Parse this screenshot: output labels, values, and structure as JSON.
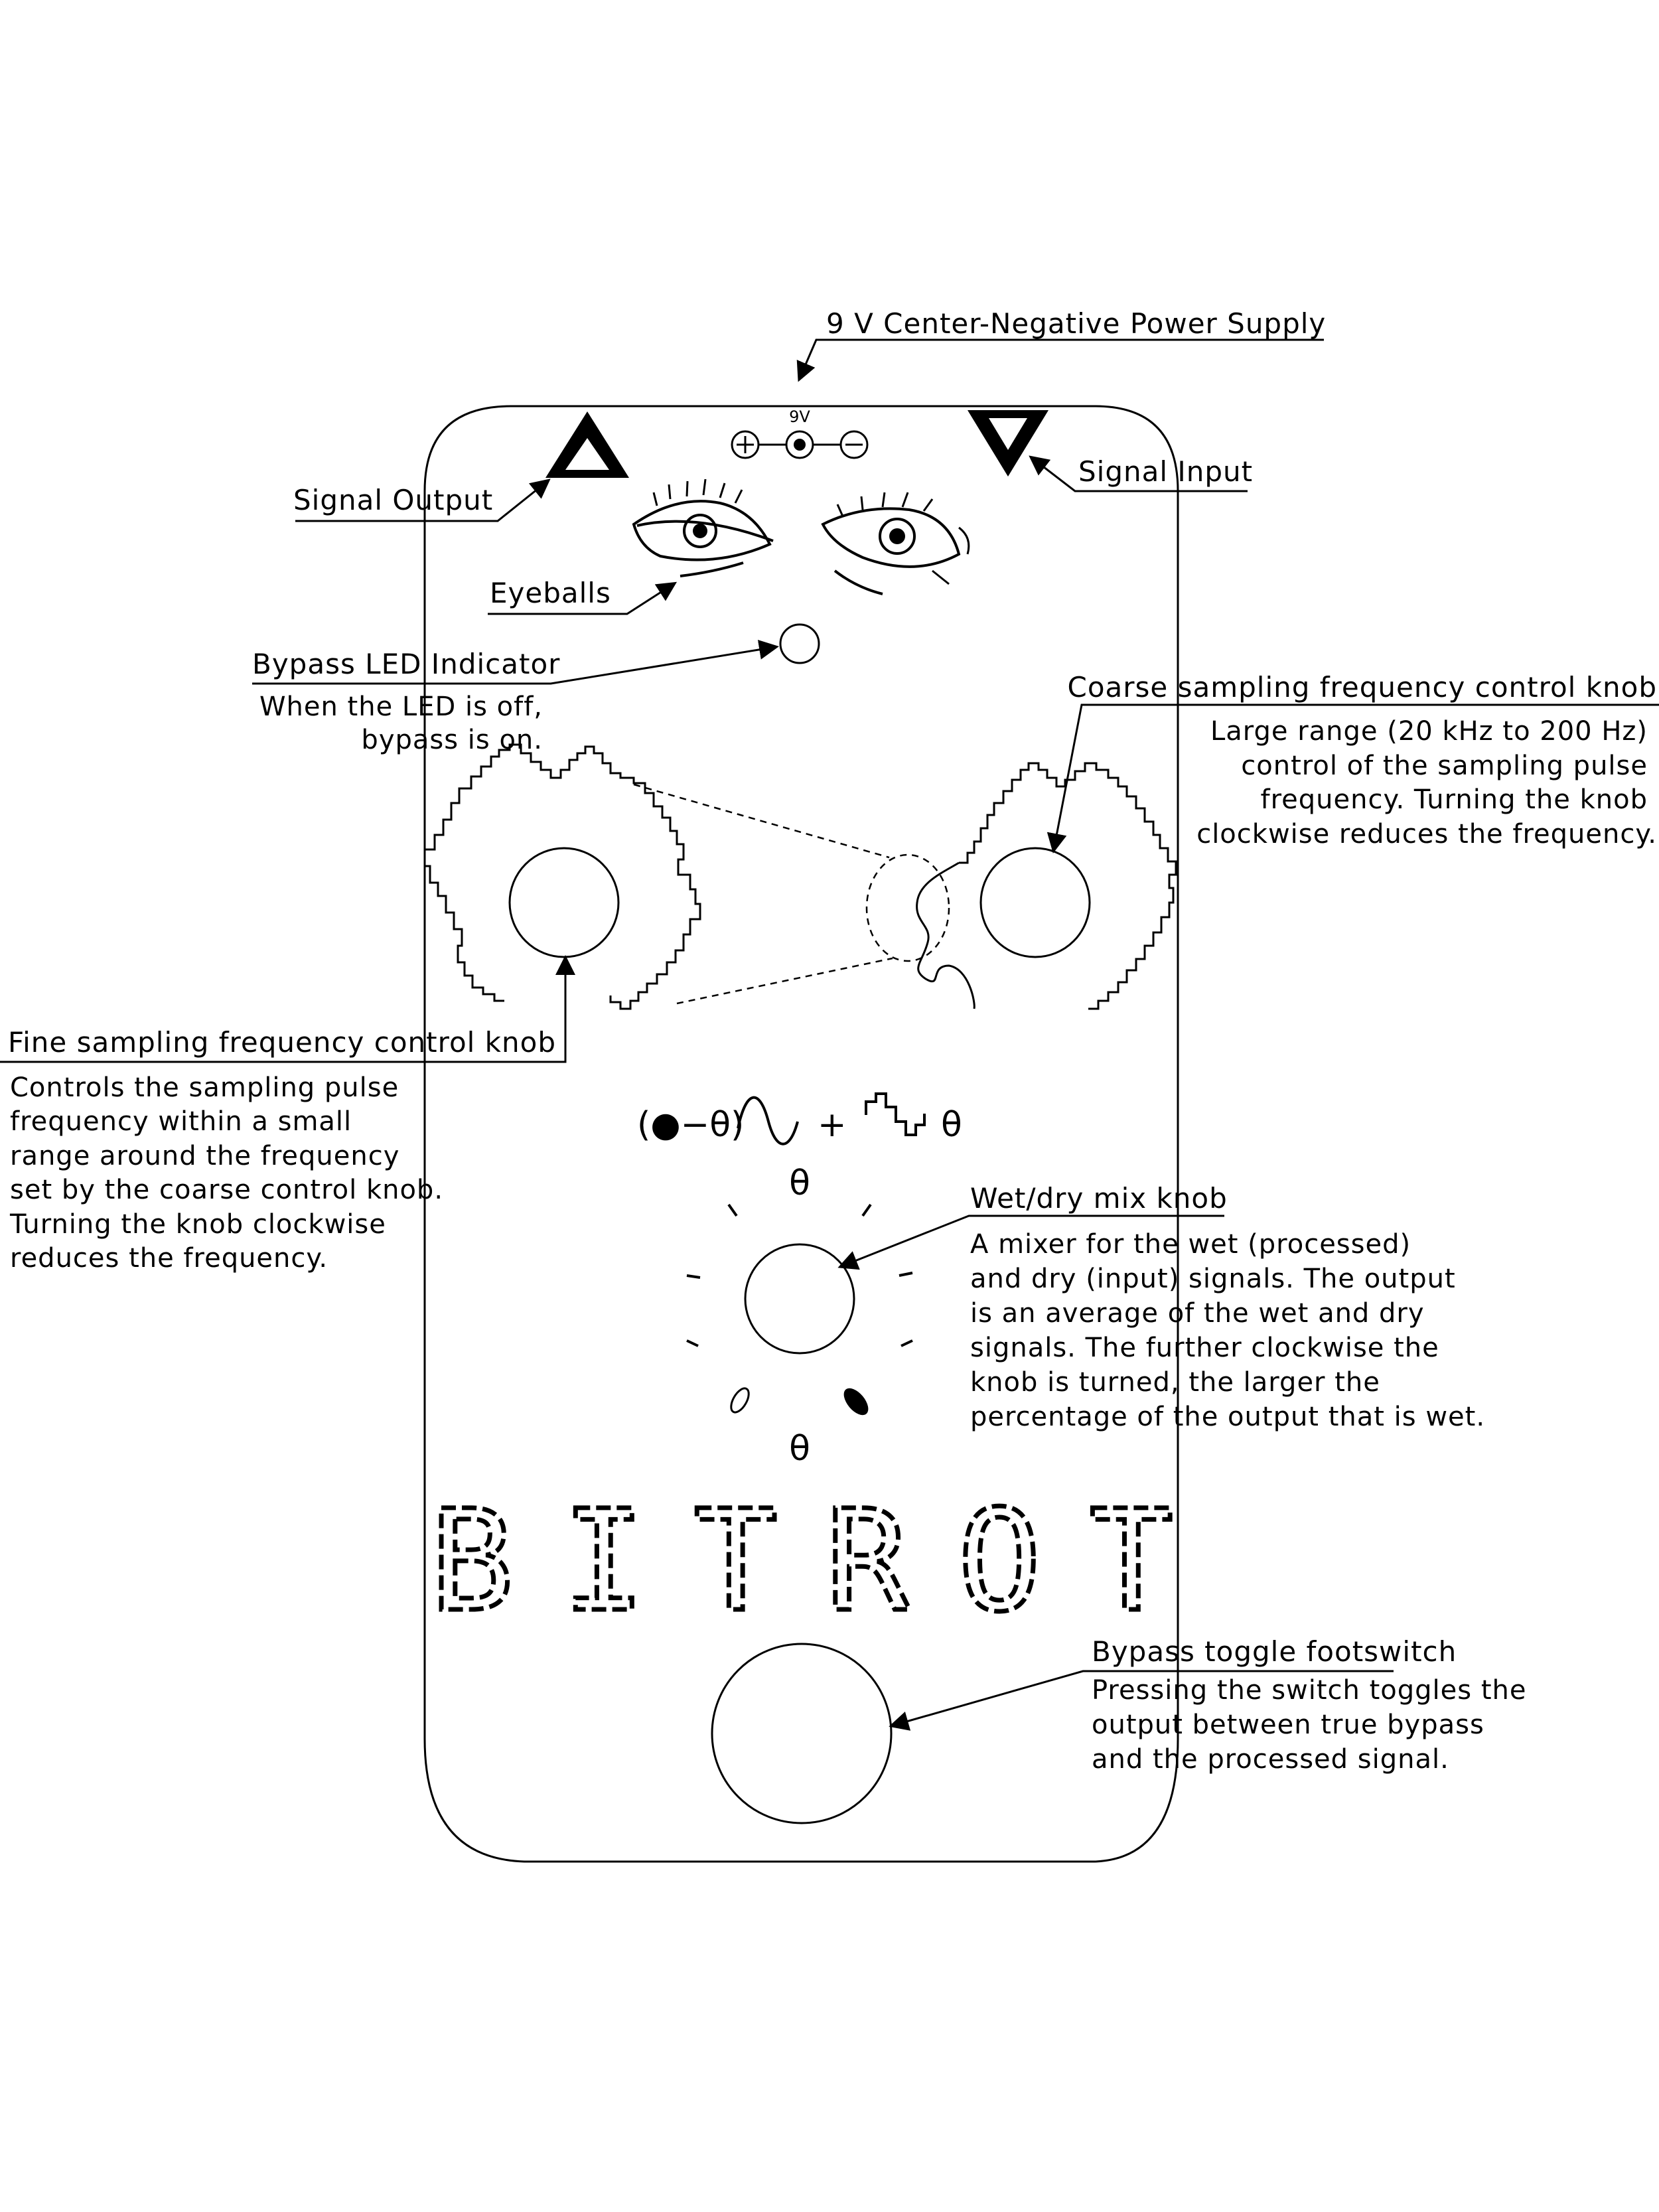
{
  "title": "BITROT",
  "power": {
    "label": "9 V Center-Negative Power Supply",
    "jack_label": "9V",
    "plus_symbol": "⊕",
    "minus_symbol": "⊖"
  },
  "signal_output": {
    "label": "Signal Output"
  },
  "signal_input": {
    "label": "Signal Input"
  },
  "eyeballs": {
    "label": "Eyeballs"
  },
  "bypass_led": {
    "label": "Bypass LED Indicator",
    "description": [
      "When the LED is off,",
      "bypass is on."
    ]
  },
  "coarse_knob": {
    "label": "Coarse sampling frequency control knob",
    "description": [
      "Large range (20 kHz to 200 Hz)",
      "control of the sampling pulse",
      "frequency. Turning the knob",
      "clockwise reduces the frequency."
    ]
  },
  "fine_knob": {
    "label": "Fine sampling frequency control knob",
    "description": [
      "Controls the sampling pulse",
      "frequency within a small",
      "range around the frequency",
      "set by the coarse control knob.",
      "Turning the knob clockwise",
      "reduces the frequency."
    ]
  },
  "mix_formula": {
    "left": "(●−θ)",
    "plus": "+",
    "right": "θ"
  },
  "mix_knob": {
    "label": "Wet/dry mix knob",
    "top_symbol": "θ",
    "bottom_symbol": "θ",
    "description": [
      "A mixer for the wet (processed)",
      "and dry (input) signals. The output",
      "is an average of the wet and dry",
      "signals. The further clockwise the",
      "knob is turned, the larger the",
      "percentage of the output that is wet."
    ]
  },
  "footswitch": {
    "label": "Bypass toggle footswitch",
    "description": [
      "Pressing the switch toggles the",
      "output between true bypass",
      "and the processed signal."
    ]
  }
}
